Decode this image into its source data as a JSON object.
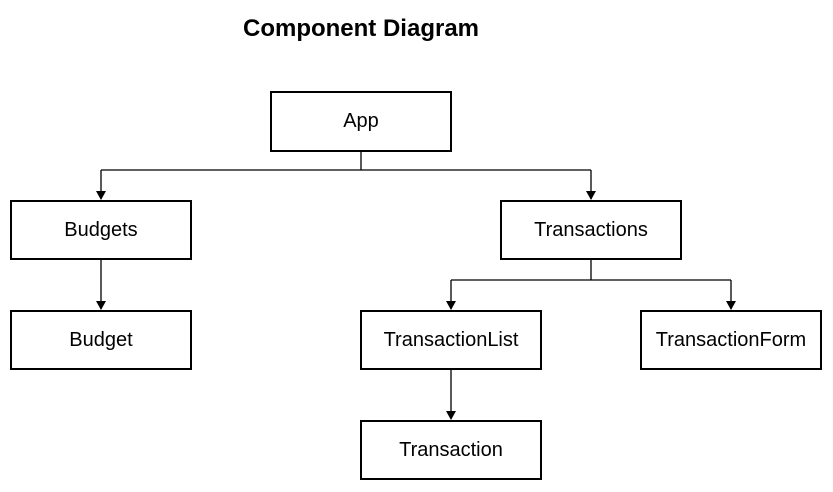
{
  "title": "Component Diagram",
  "diagram": {
    "type": "component-tree",
    "nodes": [
      {
        "id": "app",
        "label": "App"
      },
      {
        "id": "budgets",
        "label": "Budgets"
      },
      {
        "id": "transactions",
        "label": "Transactions"
      },
      {
        "id": "budget",
        "label": "Budget"
      },
      {
        "id": "transaction-list",
        "label": "TransactionList"
      },
      {
        "id": "transaction-form",
        "label": "TransactionForm"
      },
      {
        "id": "transaction",
        "label": "Transaction"
      }
    ],
    "edges": [
      {
        "from": "App",
        "to": "Budgets"
      },
      {
        "from": "App",
        "to": "Transactions"
      },
      {
        "from": "Budgets",
        "to": "Budget"
      },
      {
        "from": "Transactions",
        "to": "TransactionList"
      },
      {
        "from": "Transactions",
        "to": "TransactionForm"
      },
      {
        "from": "TransactionList",
        "to": "Transaction"
      }
    ],
    "colors": {
      "background": "#ffffff",
      "node_fill": "#ffffff",
      "node_border": "#000000",
      "edge": "#000000",
      "text": "#000000"
    }
  }
}
